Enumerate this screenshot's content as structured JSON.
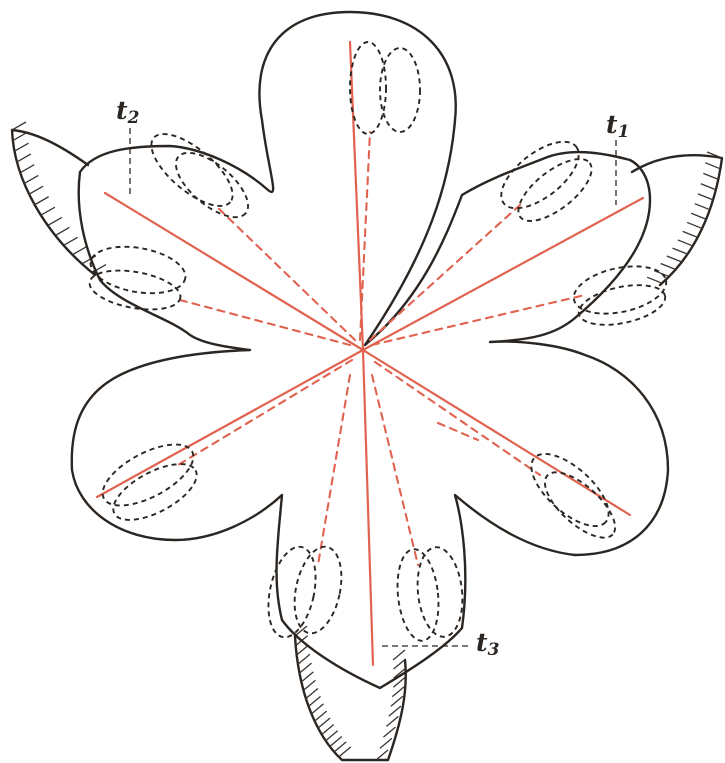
{
  "labels": {
    "t1": {
      "letter": "t",
      "sub": "1"
    },
    "t2": {
      "letter": "t",
      "sub": "2"
    },
    "t3": {
      "letter": "t",
      "sub": "3"
    }
  },
  "colors": {
    "outline": "#2b2622",
    "axis_red": "#e0624f",
    "background": "#ffffff"
  }
}
